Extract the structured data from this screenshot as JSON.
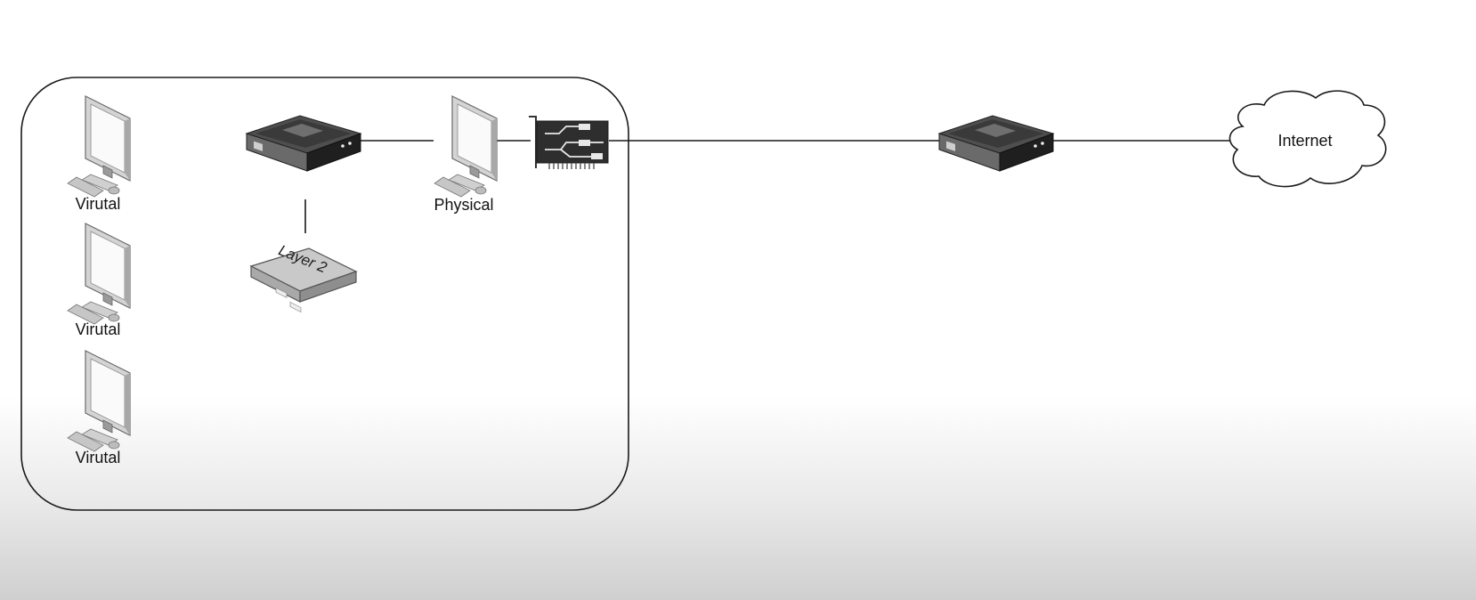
{
  "host_box": {
    "vm_labels": [
      "Virutal",
      "Virutal",
      "Virutal"
    ],
    "physical_label": "Physical",
    "switch_label": "Layer 2"
  },
  "cloud_label": "Internet",
  "icons": {
    "vm": "desktop-computer-icon",
    "physical": "desktop-computer-icon",
    "nic": "network-card-icon",
    "router": "router-icon",
    "switch": "layer2-switch-icon",
    "cloud": "cloud-icon"
  },
  "colors": {
    "line": "#1a1a1a",
    "device_dark": "#2b2b2b",
    "monitor_frame": "#cfcfcf",
    "switch_body": "#bdbdbd"
  }
}
